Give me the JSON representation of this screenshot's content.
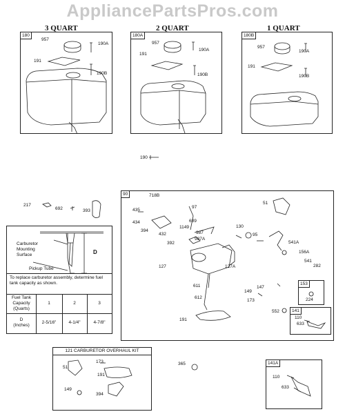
{
  "watermark": "AppliancePartsPros.com",
  "tank_3q": {
    "title": "3 QUART",
    "ref": "180",
    "parts": {
      "cap": "957",
      "screw": "190A",
      "gasket": "191",
      "bolt": "190B"
    }
  },
  "tank_2q": {
    "title": "2 QUART",
    "ref": "180A",
    "parts": {
      "cap": "957",
      "screw": "190A",
      "gasket": "191",
      "bolt": "190B"
    }
  },
  "tank_1q": {
    "title": "1 QUART",
    "ref": "180B",
    "parts": {
      "cap": "957",
      "screw": "190A",
      "gasket": "191",
      "bolt": "190B"
    }
  },
  "loose_parts": {
    "p190": "190",
    "p217": "217",
    "p692": "692",
    "p393": "393",
    "p365": "365"
  },
  "fuel_table": {
    "label_carb": "Carburetor\nMounting\nSurface",
    "label_pickup": "Pickup Tube",
    "label_d": "D",
    "note": "To replace carburetor assembly, determine fuel tank capacity as shown.",
    "header": [
      "Fuel Tank\nCapacity\n(Quarts)",
      "1",
      "2",
      "3"
    ],
    "row": [
      "D\n(Inches)",
      "2-5/16\"",
      "4-1/4\"",
      "4-7/8\""
    ]
  },
  "carb": {
    "ref": "90",
    "parts": {
      "p718B": "718B",
      "p97": "97",
      "p51": "51",
      "p435": "435",
      "p434": "434",
      "p394": "394",
      "p432": "432",
      "p689": "689",
      "p1149": "1149",
      "p987": "987",
      "p987A": "987A",
      "p392": "392",
      "p130": "130",
      "p95": "95",
      "p541A": "541A",
      "p156A": "156A",
      "p541": "541",
      "p282": "282",
      "p127": "127",
      "p127A": "127A",
      "p611": "611",
      "p612": "612",
      "p149": "149",
      "p147": "147",
      "p173": "173",
      "p153": "153",
      "p224": "224",
      "p552": "552",
      "p191": "191",
      "p141": "141",
      "p110": "110",
      "p633": "633"
    }
  },
  "kit": {
    "title": "121 CARBURETOR OVERHAUL KIT",
    "parts": {
      "p51": "51",
      "p173": "173",
      "p191": "191",
      "p149": "149",
      "p394": "394"
    }
  },
  "lever_141A": {
    "ref": "141A",
    "parts": {
      "p110": "110",
      "p633": "633"
    }
  }
}
